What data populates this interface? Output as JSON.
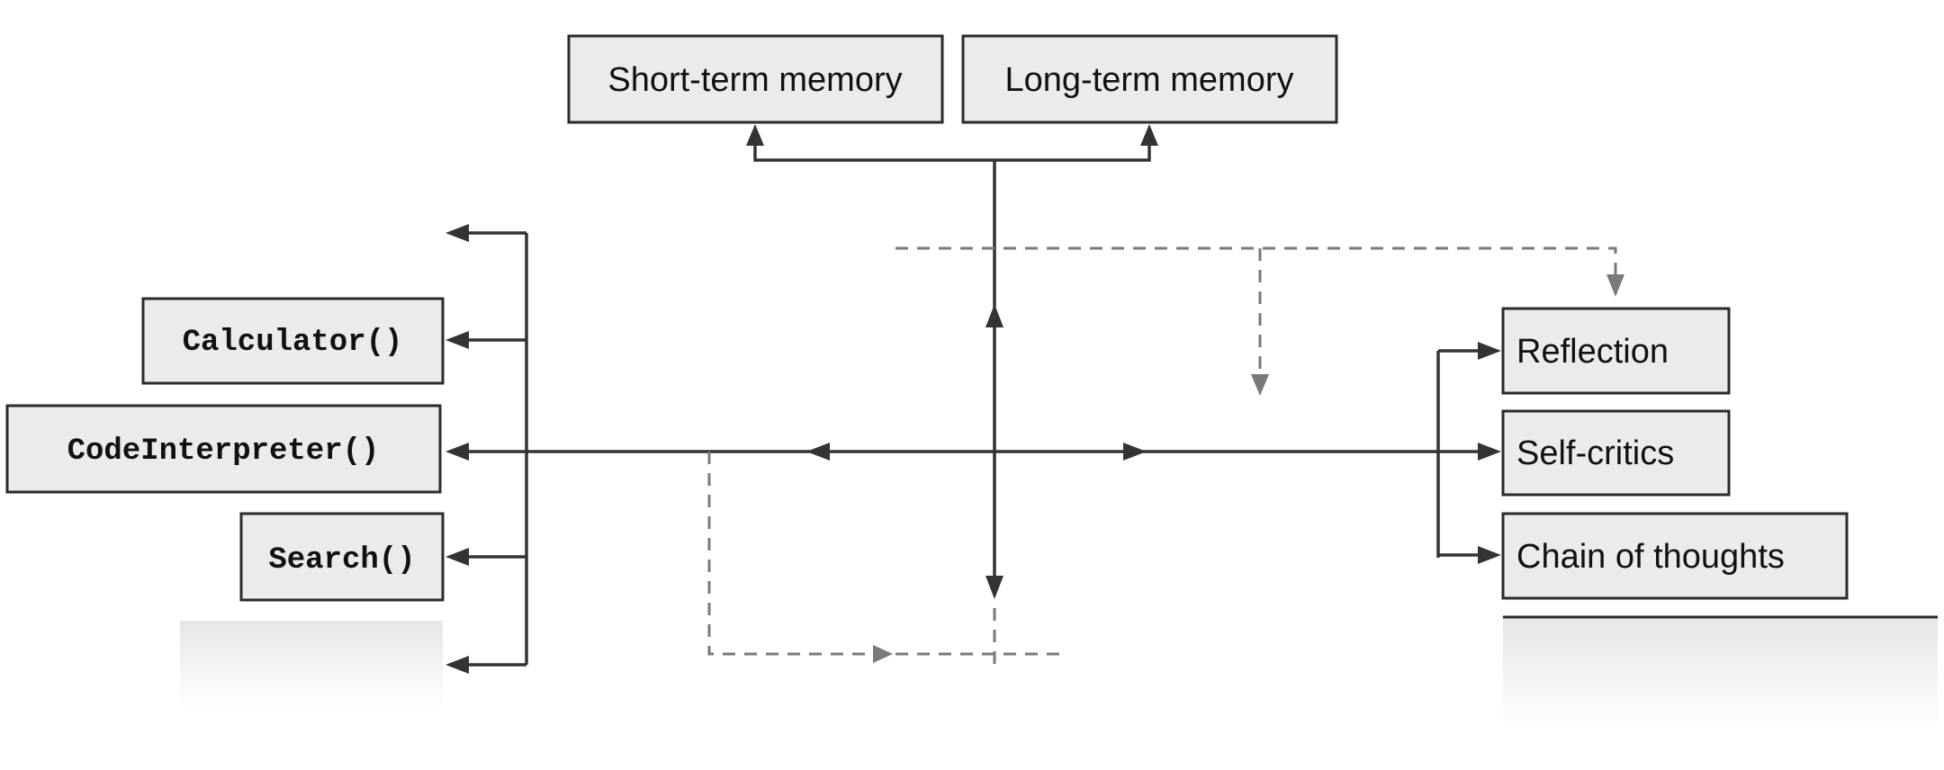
{
  "memory": {
    "short_term": "Short-term memory",
    "long_term": "Long-term memory"
  },
  "tools": {
    "calculator": "Calculator()",
    "code_interpreter": "CodeInterpreter()",
    "search": "Search()"
  },
  "planning": {
    "reflection": "Reflection",
    "self_critics": "Self-critics",
    "chain_of_thoughts": "Chain of thoughts"
  },
  "colors": {
    "box_fill": "#ebebeb",
    "box_stroke": "#2b2b2b",
    "arrow": "#333333",
    "dashed_arrow": "#7a7a7a"
  }
}
